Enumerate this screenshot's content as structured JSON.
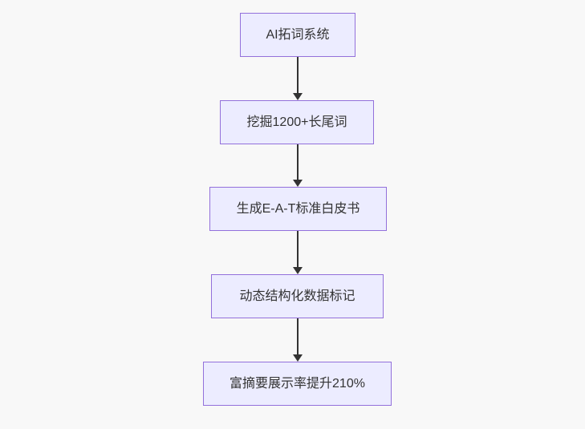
{
  "page": {
    "background_color": "#f8f8f8"
  },
  "flowchart": {
    "type": "flowchart",
    "direction": "top-to-bottom",
    "node_fill_color": "#ECECFF",
    "node_border_color": "#9370DB",
    "arrow_color": "#333333",
    "text_color": "#333333",
    "nodes": [
      {
        "id": "node-1",
        "label": "AI拓词系统"
      },
      {
        "id": "node-2",
        "label": "挖掘1200+长尾词"
      },
      {
        "id": "node-3",
        "label": "生成E-A-T标准白皮书"
      },
      {
        "id": "node-4",
        "label": "动态结构化数据标记"
      },
      {
        "id": "node-5",
        "label": "富摘要展示率提升210%"
      }
    ],
    "edges": [
      {
        "from": "node-1",
        "to": "node-2",
        "style": "arrow-down"
      },
      {
        "from": "node-2",
        "to": "node-3",
        "style": "arrow-down"
      },
      {
        "from": "node-3",
        "to": "node-4",
        "style": "arrow-down"
      },
      {
        "from": "node-4",
        "to": "node-5",
        "style": "arrow-down"
      }
    ]
  }
}
